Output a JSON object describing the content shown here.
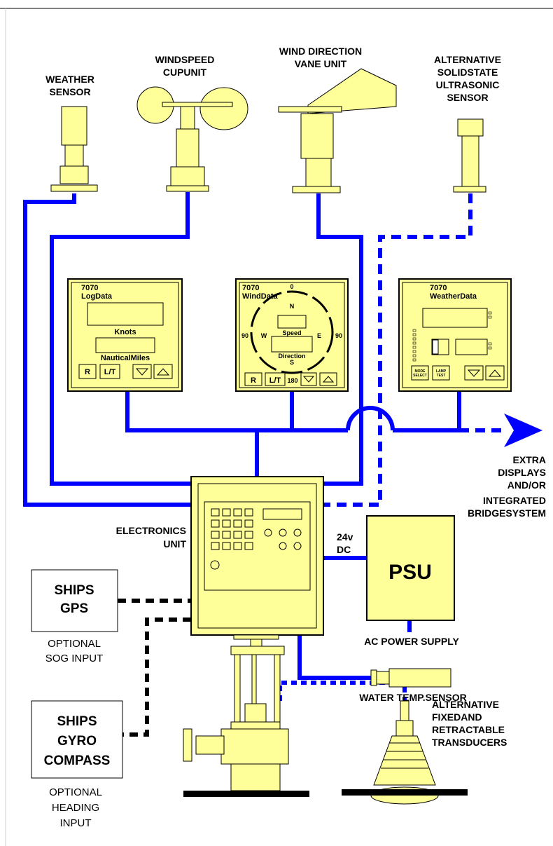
{
  "sensors": {
    "weather_sensor": [
      "WEATHER",
      "SENSOR"
    ],
    "windspeed": [
      "WINDSPEED",
      "CUPUNIT"
    ],
    "wind_direction": [
      "WIND DIRECTION",
      "VANE UNIT"
    ],
    "ultrasonic": [
      "ALTERNATIVE",
      "SOLIDSTATE",
      "ULTRASONIC",
      "SENSOR"
    ]
  },
  "displays": {
    "log": {
      "model": "7070",
      "name": "LogData",
      "label1": "Knots",
      "label2": "NauticalMiles",
      "btn_r": "R",
      "btn_lt": "L/T"
    },
    "wind": {
      "model": "7070",
      "name": "WindData",
      "speed": "Speed",
      "direction": "Direction",
      "n": "N",
      "s": "S",
      "e": "E",
      "w": "W",
      "deg0": "0",
      "deg90l": "90",
      "deg90r": "90",
      "deg180": "180",
      "btn_r": "R",
      "btn_lt": "L/T"
    },
    "weather": {
      "model": "7070",
      "name": "WeatherData",
      "btn_mode": [
        "MODE",
        "SELECT"
      ],
      "btn_lamp": [
        "LAMP",
        "TEST"
      ]
    }
  },
  "extra": [
    "EXTRA",
    "DISPLAYS",
    "AND/OR",
    "INTEGRATED",
    "BRIDGESYSTEM"
  ],
  "electronics": [
    "ELECTRONICS",
    "UNIT"
  ],
  "dc": [
    "24v",
    "DC"
  ],
  "psu": "PSU",
  "ac_power": "AC POWER SUPPLY",
  "gps": [
    "SHIPS",
    "GPS"
  ],
  "gps_note": [
    "OPTIONAL",
    "SOG INPUT"
  ],
  "gyro": [
    "SHIPS",
    "GYRO",
    "COMPASS"
  ],
  "gyro_note": [
    "OPTIONAL",
    "HEADING",
    "INPUT"
  ],
  "water_temp": "WATER TEMP.SENSOR",
  "transducers": [
    "ALTERNATIVE",
    "FIXEDAND",
    "RETRACTABLE",
    "TRANSDUCERS"
  ],
  "colors": {
    "cable": "#0000ff",
    "equipment": "#ffff99",
    "outline": "#000000"
  }
}
